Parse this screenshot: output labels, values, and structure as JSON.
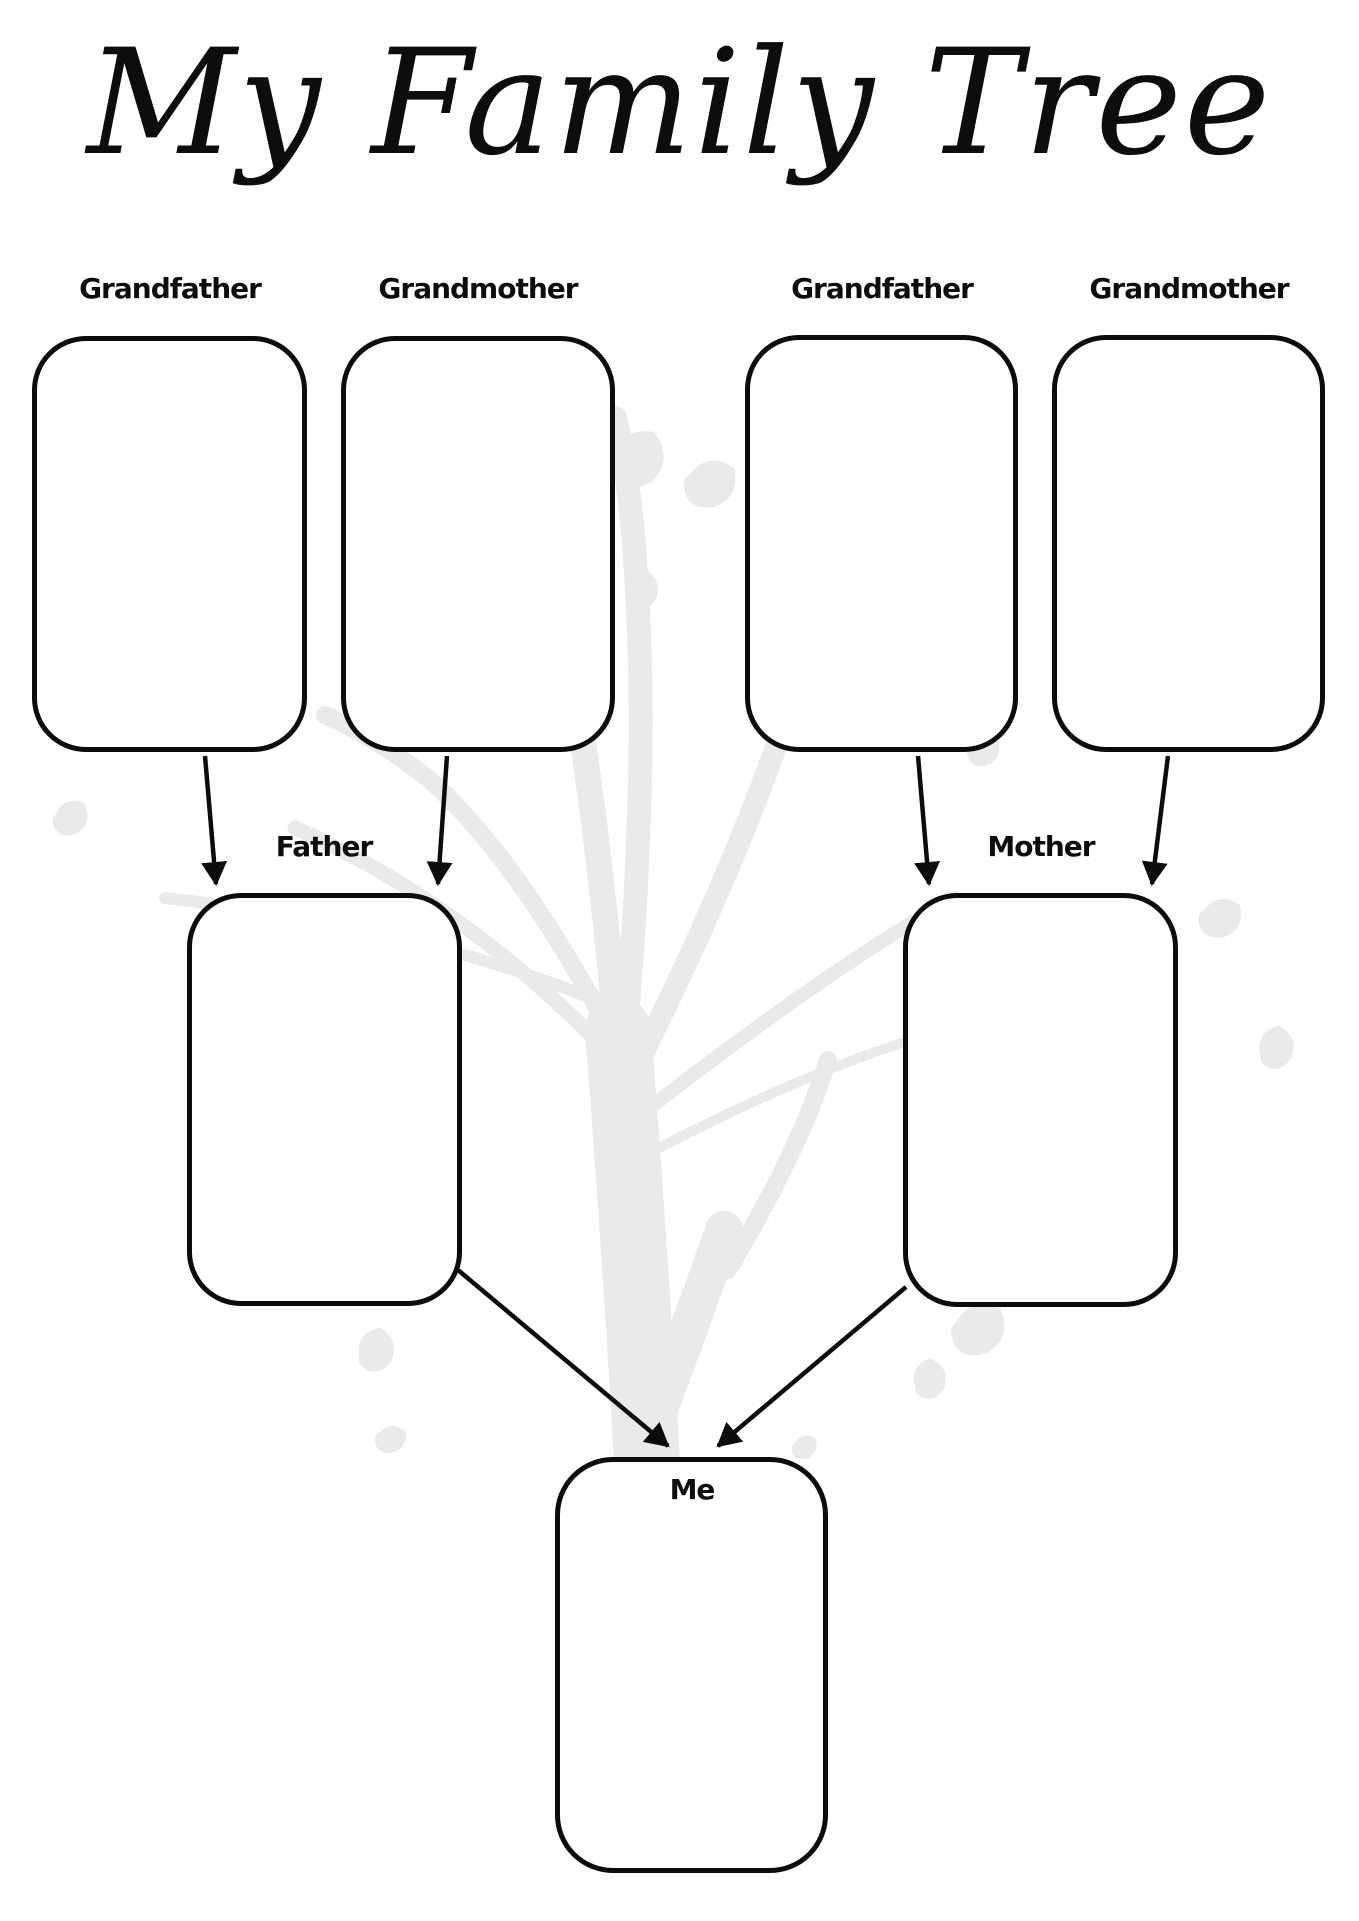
{
  "title": "My Family Tree",
  "colors": {
    "ink": "#0c0c0c",
    "watermark": "#eaeaea",
    "background": "#ffffff"
  },
  "nodes": {
    "paternal_grandfather": {
      "label": "Grandfather"
    },
    "paternal_grandmother": {
      "label": "Grandmother"
    },
    "maternal_grandfather": {
      "label": "Grandfather"
    },
    "maternal_grandmother": {
      "label": "Grandmother"
    },
    "father": {
      "label": "Father"
    },
    "mother": {
      "label": "Mother"
    },
    "me": {
      "label": "Me"
    }
  }
}
